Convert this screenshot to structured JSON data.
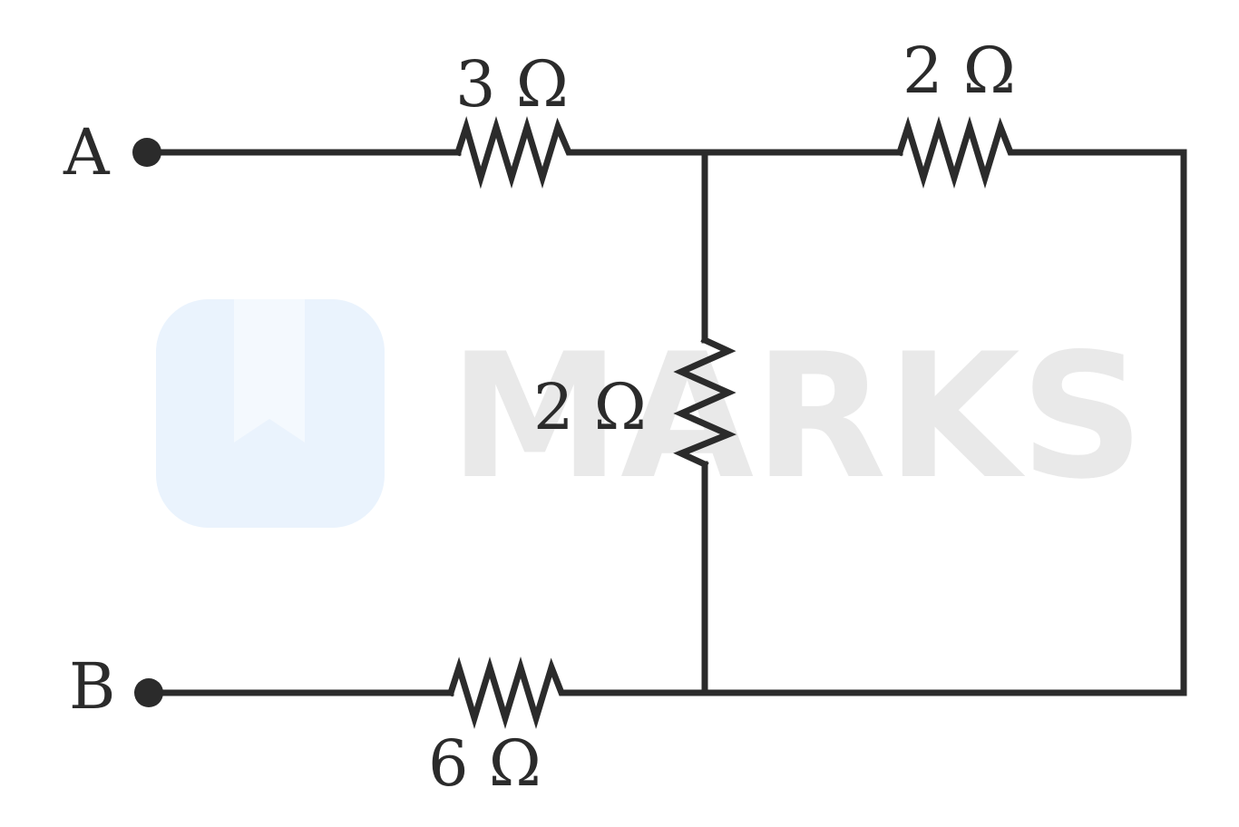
{
  "watermark": {
    "text": "MARKS",
    "tile_color": "#eaf3fd",
    "text_color": "#e9e9e9"
  },
  "terminals": {
    "a": "A",
    "b": "B"
  },
  "resistors": {
    "top_left": "3 Ω",
    "top_right": "2 Ω",
    "middle": "2 Ω",
    "bottom": "6 Ω"
  },
  "colors": {
    "wire": "#2b2b2b",
    "background": "#ffffff"
  }
}
